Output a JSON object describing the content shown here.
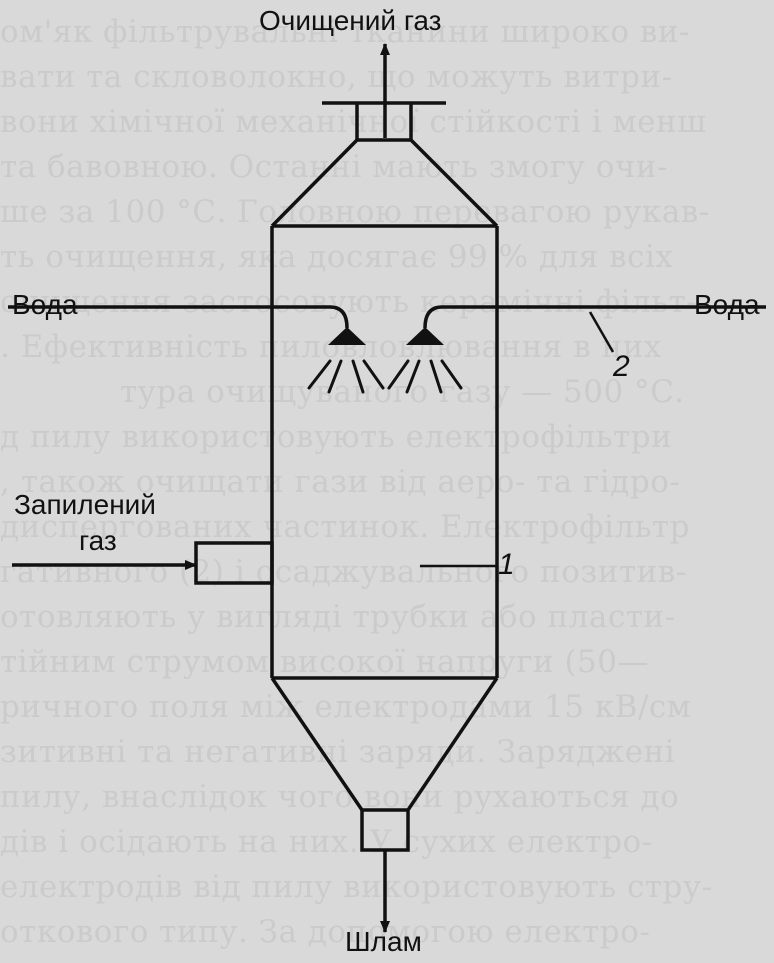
{
  "labels": {
    "clean_gas": "Очищений газ",
    "water_left": "Вода",
    "water_right": "Вода",
    "dusty_gas_line1": "Запилений",
    "dusty_gas_line2": "газ",
    "sludge": "Шлам",
    "callout_1": "1",
    "callout_2": "2"
  },
  "background_text": [
    "ом'як фільтрувальні тканини широко ви-",
    "вати та скловолокно, що можуть витри-",
    "вони хімічної механічної стійкості і менш",
    "та бавовною. Останні мають змогу очи-",
    "ше за 100 °С. Головною перевагою рукав-",
    "ть очищення, яка досягає 99 % для всіх",
    "очищення застосовують керамічні фільт-",
    ". Ефективність пиловловлювання в них",
    "тура очищуваного газу — 500 °С.",
    "д пилу використовують електрофільтри",
    ", також очищати гази від аеро- та гідро-",
    "диспергованих частинок. Електрофільтр",
    "гативного (2) і осаджувального позитив-",
    "отовляють у вигляді трубки або пласти-",
    "тійним струмом високої напруги (50—",
    "ричного поля між електродами 15 кВ/см",
    "зитивні та негативні заряди. Заряджені",
    "пилу, внаслідок чого вони рухаються до",
    "дів і осідають на них. У сухих електро-",
    "електродів від пилу використовують стру-",
    "откового типу. За допомогою електро-"
  ]
}
